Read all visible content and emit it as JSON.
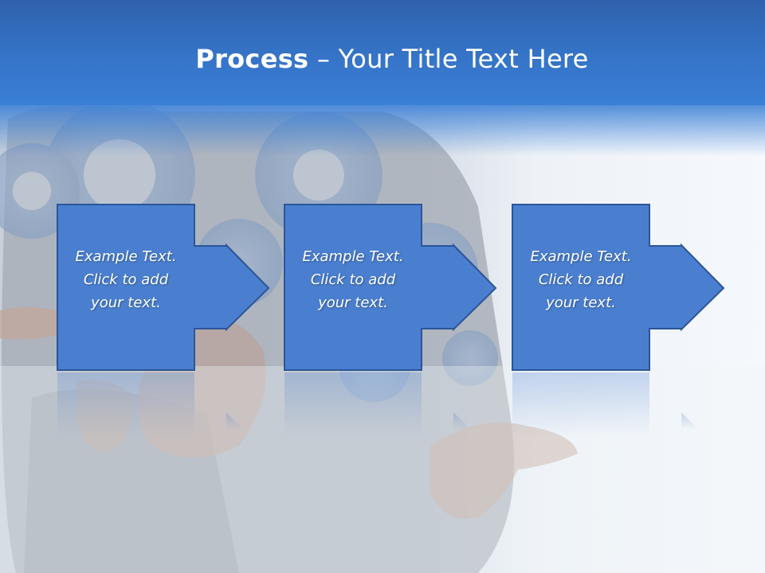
{
  "title": {
    "bold": "Process",
    "separator": " – ",
    "rest": "Your Title Text Here"
  },
  "steps": [
    {
      "line1": "Example Text.",
      "line2": "Click  to add",
      "line3": "your text."
    },
    {
      "line1": "Example Text.",
      "line2": "Click  to add",
      "line3": "your text."
    },
    {
      "line1": "Example Text.",
      "line2": "Click  to add",
      "line3": "your text."
    }
  ],
  "colors": {
    "header": "#3574c8",
    "box_fill": "#4a7fd0",
    "box_stroke": "#2c5597",
    "text": "#ffffff"
  }
}
